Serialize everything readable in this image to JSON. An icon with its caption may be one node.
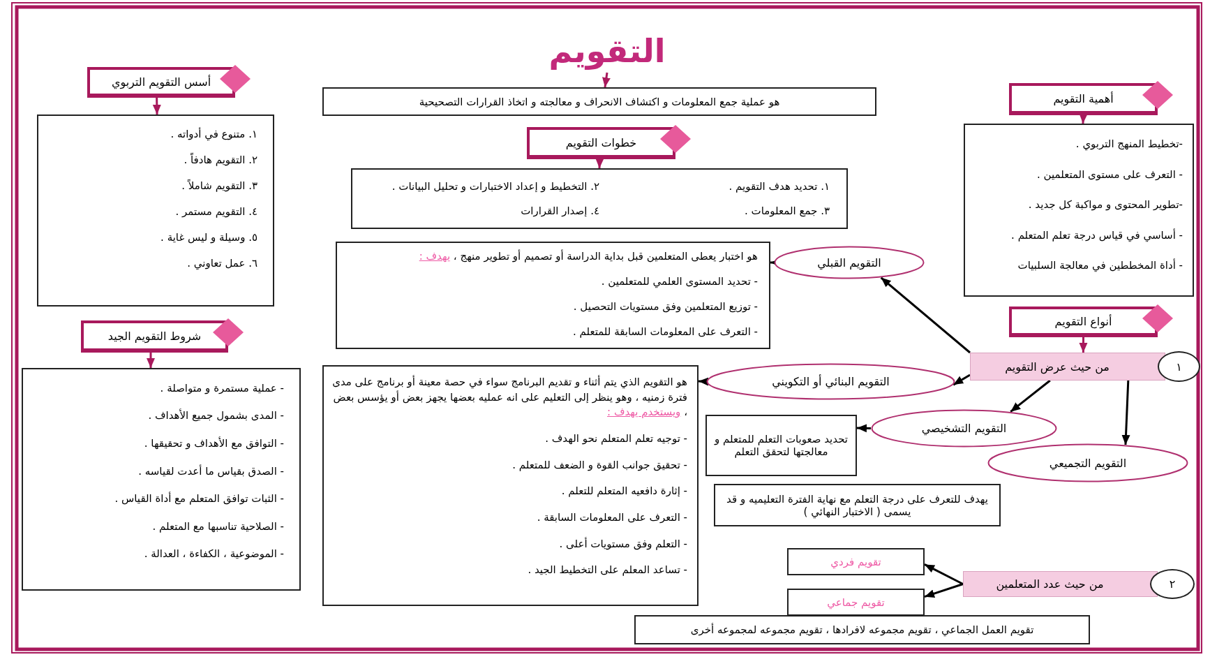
{
  "diagram": {
    "nodes": [
      {
        "text": [
          "التقويم"
        ]
      },
      {
        "text": [
          "هو عملية جمع المعلومات و اكتشاف الانحراف و معالجته و اتخاذ القرارات التصحيحية"
        ]
      },
      {
        "text": [
          "أسس التقويم التربوي"
        ]
      },
      {
        "text": [
          "١. متنوع في أدواته .",
          "٢. التقويم هادفاً .",
          "٣. التقويم شاملاً .",
          "٤. التقويم مستمر .",
          "٥. وسيلة و ليس غاية .",
          "٦. عمل تعاوني ."
        ]
      },
      {
        "text": [
          "شروط التقويم الجيد"
        ]
      },
      {
        "text": [
          "- عملية مستمرة و متواصلة .",
          "- المدى بشمول جميع الأهداف .",
          "- التوافق مع الأهداف و تحقيقها .",
          "- الصدق بقياس ما أعدت لقياسه .",
          "- الثبات توافق المتعلم مع أداة القياس .",
          "- الصلاحية تناسبها مع المتعلم .",
          "- الموضوعية ، الكفاءة ، العدالة ."
        ]
      },
      {
        "text": [
          "خطوات التقويم"
        ]
      },
      {
        "text": [
          "١. تحديد هدف التقويم .",
          "٢. التخطيط و إعداد الاختبارات و تحليل البيانات .",
          "٣. جمع المعلومات .",
          "٤. إصدار القرارات"
        ]
      },
      {
        "text": [
          "أهمية التقويم"
        ]
      },
      {
        "text": [
          "-تخطيط المنهج التربوي .",
          "- التعرف على مستوى المتعلمين .",
          "-تطوير المحتوى و مواكبة كل جديد .",
          "- أساسي في قياس درجة تعلم المتعلم .",
          "- أداة المخططين في معالجة السلبيات"
        ]
      },
      {
        "text": [
          "أنواع التقويم"
        ]
      },
      {
        "text": [
          "من حيث عرض التقويم"
        ]
      },
      {
        "text": [
          "١"
        ]
      },
      {
        "text": [
          "التقويم القبلي"
        ]
      },
      {
        "text": [
          "هو اختبار يعطى المتعلمين قبل بداية الدراسة أو تصميم أو تطوير منهج ،",
          "يهدف :",
          "- تحديد المستوى العلمي للمتعلمين .",
          "- توزيع المتعلمين وفق مستويات التحصيل .",
          "- التعرف على المعلومات السابقة للمتعلم ."
        ]
      },
      {
        "text": [
          "التقويم البنائي أو التكويني"
        ]
      },
      {
        "text": [
          "هو التقويم الذي يتم أثناء و تقديم البرنامج سواء في حصة معينة أو برنامج على مدى فترة زمنيه ، وهو ينظر إلى التعليم على انه عمليه بعضها يجهز بعض أو يؤسس بعض ،",
          "ويستخدم يهدف :",
          "- توجيه تعلم المتعلم نحو الهدف .",
          "- تحقيق جوانب القوة و الضعف للمتعلم .",
          "- إثارة دافعيه المتعلم للتعلم .",
          "- التعرف على المعلومات السابقة .",
          "- التعلم وفق مستويات أعلى .",
          "- تساعد المعلم على التخطيط الجيد ."
        ]
      },
      {
        "text": [
          "التقويم التشخيصي"
        ]
      },
      {
        "text": [
          "تحديد صعوبات التعلم للمتعلم و معالجتها لتحقق التعلم"
        ]
      },
      {
        "text": [
          "التقويم التجميعي"
        ]
      },
      {
        "text": [
          "يهدف للتعرف على درجة التعلم مع نهاية الفترة التعليميه و قد يسمى ( الاختبار النهائي )"
        ]
      },
      {
        "text": [
          "من حيث عدد المتعلمين"
        ]
      },
      {
        "text": [
          "٢"
        ]
      },
      {
        "text": [
          "تقويم فردي"
        ]
      },
      {
        "text": [
          "تقويم جماعي"
        ]
      },
      {
        "text": [
          "تقويم العمل الجماعي ، تقويم مجموعه لافرادها ، تقويم مجموعه لمجموعه أخرى"
        ]
      }
    ],
    "edges": [
      {
        "from": 0,
        "to": 1,
        "arrow": "to",
        "color": "#a8195c"
      },
      {
        "from": 2,
        "to": 3,
        "arrow": "to",
        "color": "#a8195c"
      },
      {
        "from": 4,
        "to": 5,
        "arrow": "to",
        "color": "#a8195c"
      },
      {
        "from": 6,
        "to": 7,
        "arrow": "to",
        "color": "#a8195c"
      },
      {
        "from": 8,
        "to": 9,
        "arrow": "to",
        "color": "#a8195c"
      },
      {
        "from": 10,
        "to": 11,
        "arrow": "to",
        "color": "#a8195c"
      },
      {
        "from": 11,
        "to": 13,
        "arrow": "to"
      },
      {
        "from": 11,
        "to": 15,
        "arrow": "to"
      },
      {
        "from": 11,
        "to": 17,
        "arrow": "to"
      },
      {
        "from": 11,
        "to": 19,
        "arrow": "to"
      },
      {
        "from": 13,
        "to": 14,
        "arrow": "to"
      },
      {
        "from": 15,
        "to": 16,
        "arrow": "to"
      },
      {
        "from": 17,
        "to": 18,
        "arrow": "to"
      },
      {
        "from": 21,
        "to": 23,
        "arrow": "to"
      },
      {
        "from": 21,
        "to": 24,
        "arrow": "to"
      }
    ]
  }
}
